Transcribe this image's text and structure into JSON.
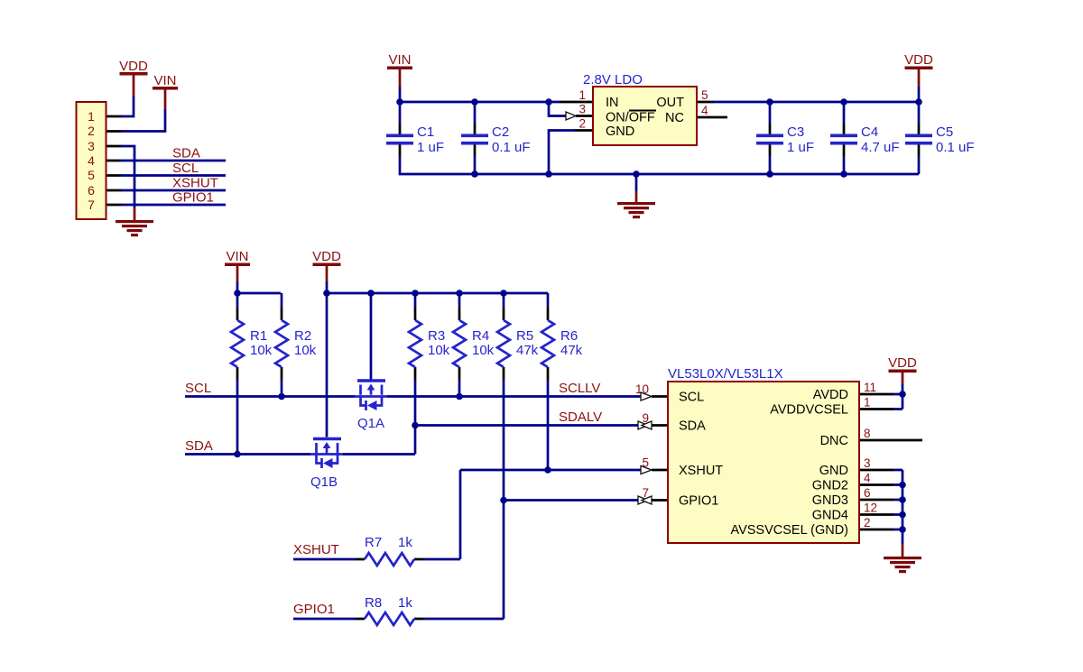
{
  "colors": {
    "wire_blue": "#00008b",
    "symbol_blue": "#2424cc",
    "net_label_maroon": "#8b1010",
    "power_maroon": "#7d0808",
    "box_fill": "#fdfcc2",
    "box_border": "#8b0000",
    "pin_black": "#000000",
    "background": "#ffffff"
  },
  "power": {
    "vdd": "VDD",
    "vin": "VIN"
  },
  "connector": {
    "pins": [
      "1",
      "2",
      "3",
      "4",
      "5",
      "6",
      "7"
    ]
  },
  "nets": {
    "sda": "SDA",
    "scl": "SCL",
    "xshut": "XSHUT",
    "gpio1": "GPIO1",
    "scllv": "SCLLV",
    "sdalv": "SDALV"
  },
  "ldo": {
    "title": "2.8V LDO",
    "pin_in": "IN",
    "pin_in_num": "1",
    "pin_onoff_pre": "ON/",
    "pin_onoff_bar": "OFF",
    "pin_onoff_num": "3",
    "pin_gnd": "GND",
    "pin_gnd_num": "2",
    "pin_out": "OUT",
    "pin_out_num": "5",
    "pin_nc": "NC",
    "pin_nc_num": "4"
  },
  "capacitors": [
    {
      "ref": "C1",
      "value": "1 uF"
    },
    {
      "ref": "C2",
      "value": "0.1 uF"
    },
    {
      "ref": "C3",
      "value": "1 uF"
    },
    {
      "ref": "C4",
      "value": "4.7 uF"
    },
    {
      "ref": "C5",
      "value": "0.1 uF"
    }
  ],
  "resistors": [
    {
      "ref": "R1",
      "value": "10k"
    },
    {
      "ref": "R2",
      "value": "10k"
    },
    {
      "ref": "R3",
      "value": "10k"
    },
    {
      "ref": "R4",
      "value": "10k"
    },
    {
      "ref": "R5",
      "value": "47k"
    },
    {
      "ref": "R6",
      "value": "47k"
    },
    {
      "ref": "R7",
      "value": "1k"
    },
    {
      "ref": "R8",
      "value": "1k"
    }
  ],
  "mosfets": [
    {
      "ref": "Q1A"
    },
    {
      "ref": "Q1B"
    }
  ],
  "sensor": {
    "title": "VL53L0X/VL53L1X",
    "left_pins": [
      {
        "num": "10",
        "name": "SCL"
      },
      {
        "num": "9",
        "name": "SDA"
      },
      {
        "num": "5",
        "name": "XSHUT"
      },
      {
        "num": "7",
        "name": "GPIO1"
      }
    ],
    "right_pins": [
      {
        "num": "11",
        "name": "AVDD"
      },
      {
        "num": "1",
        "name": "AVDDVCSEL"
      },
      {
        "num": "8",
        "name": "DNC"
      },
      {
        "num": "3",
        "name": "GND"
      },
      {
        "num": "4",
        "name": "GND2"
      },
      {
        "num": "6",
        "name": "GND3"
      },
      {
        "num": "12",
        "name": "GND4"
      },
      {
        "num": "2",
        "name": "AVSSVCSEL (GND)"
      }
    ]
  }
}
